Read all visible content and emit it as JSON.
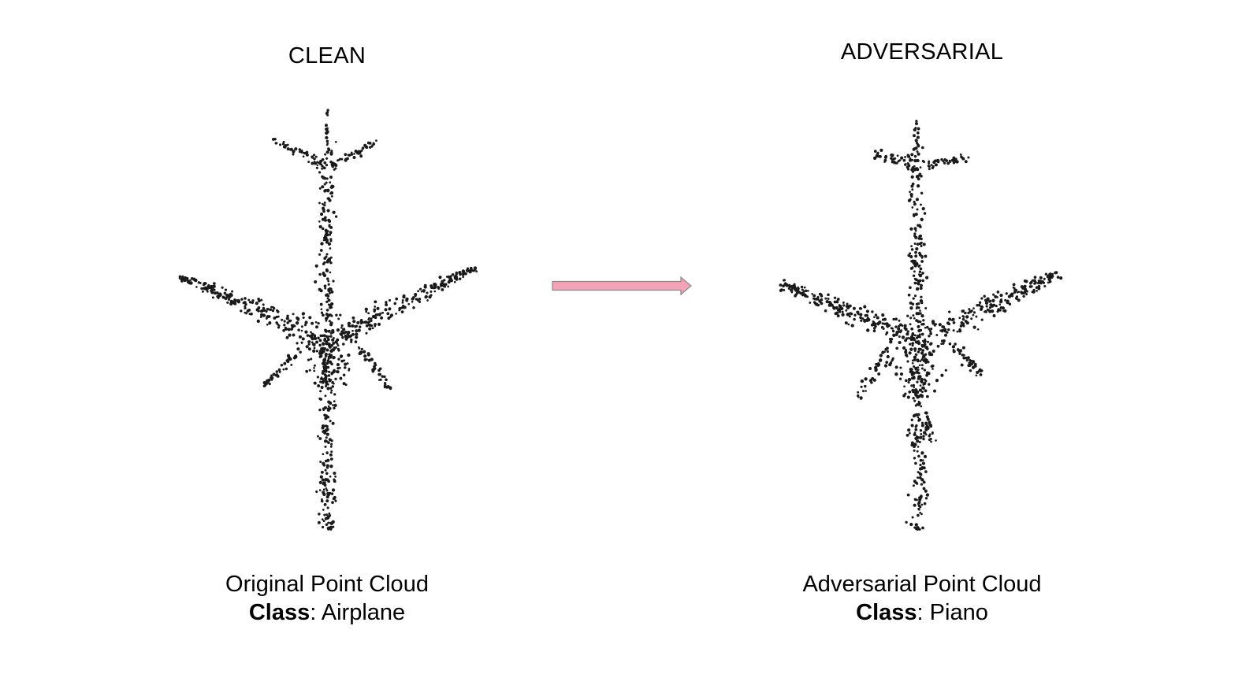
{
  "panels": {
    "clean": {
      "title": "CLEAN",
      "caption": "Original Point Cloud",
      "class_label": "Class",
      "class_value": "Airplane"
    },
    "adversarial": {
      "title": "ADVERSARIAL",
      "caption": "Adversarial Point Cloud",
      "class_label": "Class",
      "class_value": "Piano"
    }
  },
  "colors": {
    "points": "#1a1a1a",
    "arrow_fill": "#f4a3b6",
    "arrow_stroke": "#8a8a8a"
  },
  "icons": {
    "transition": "right-arrow-icon"
  }
}
